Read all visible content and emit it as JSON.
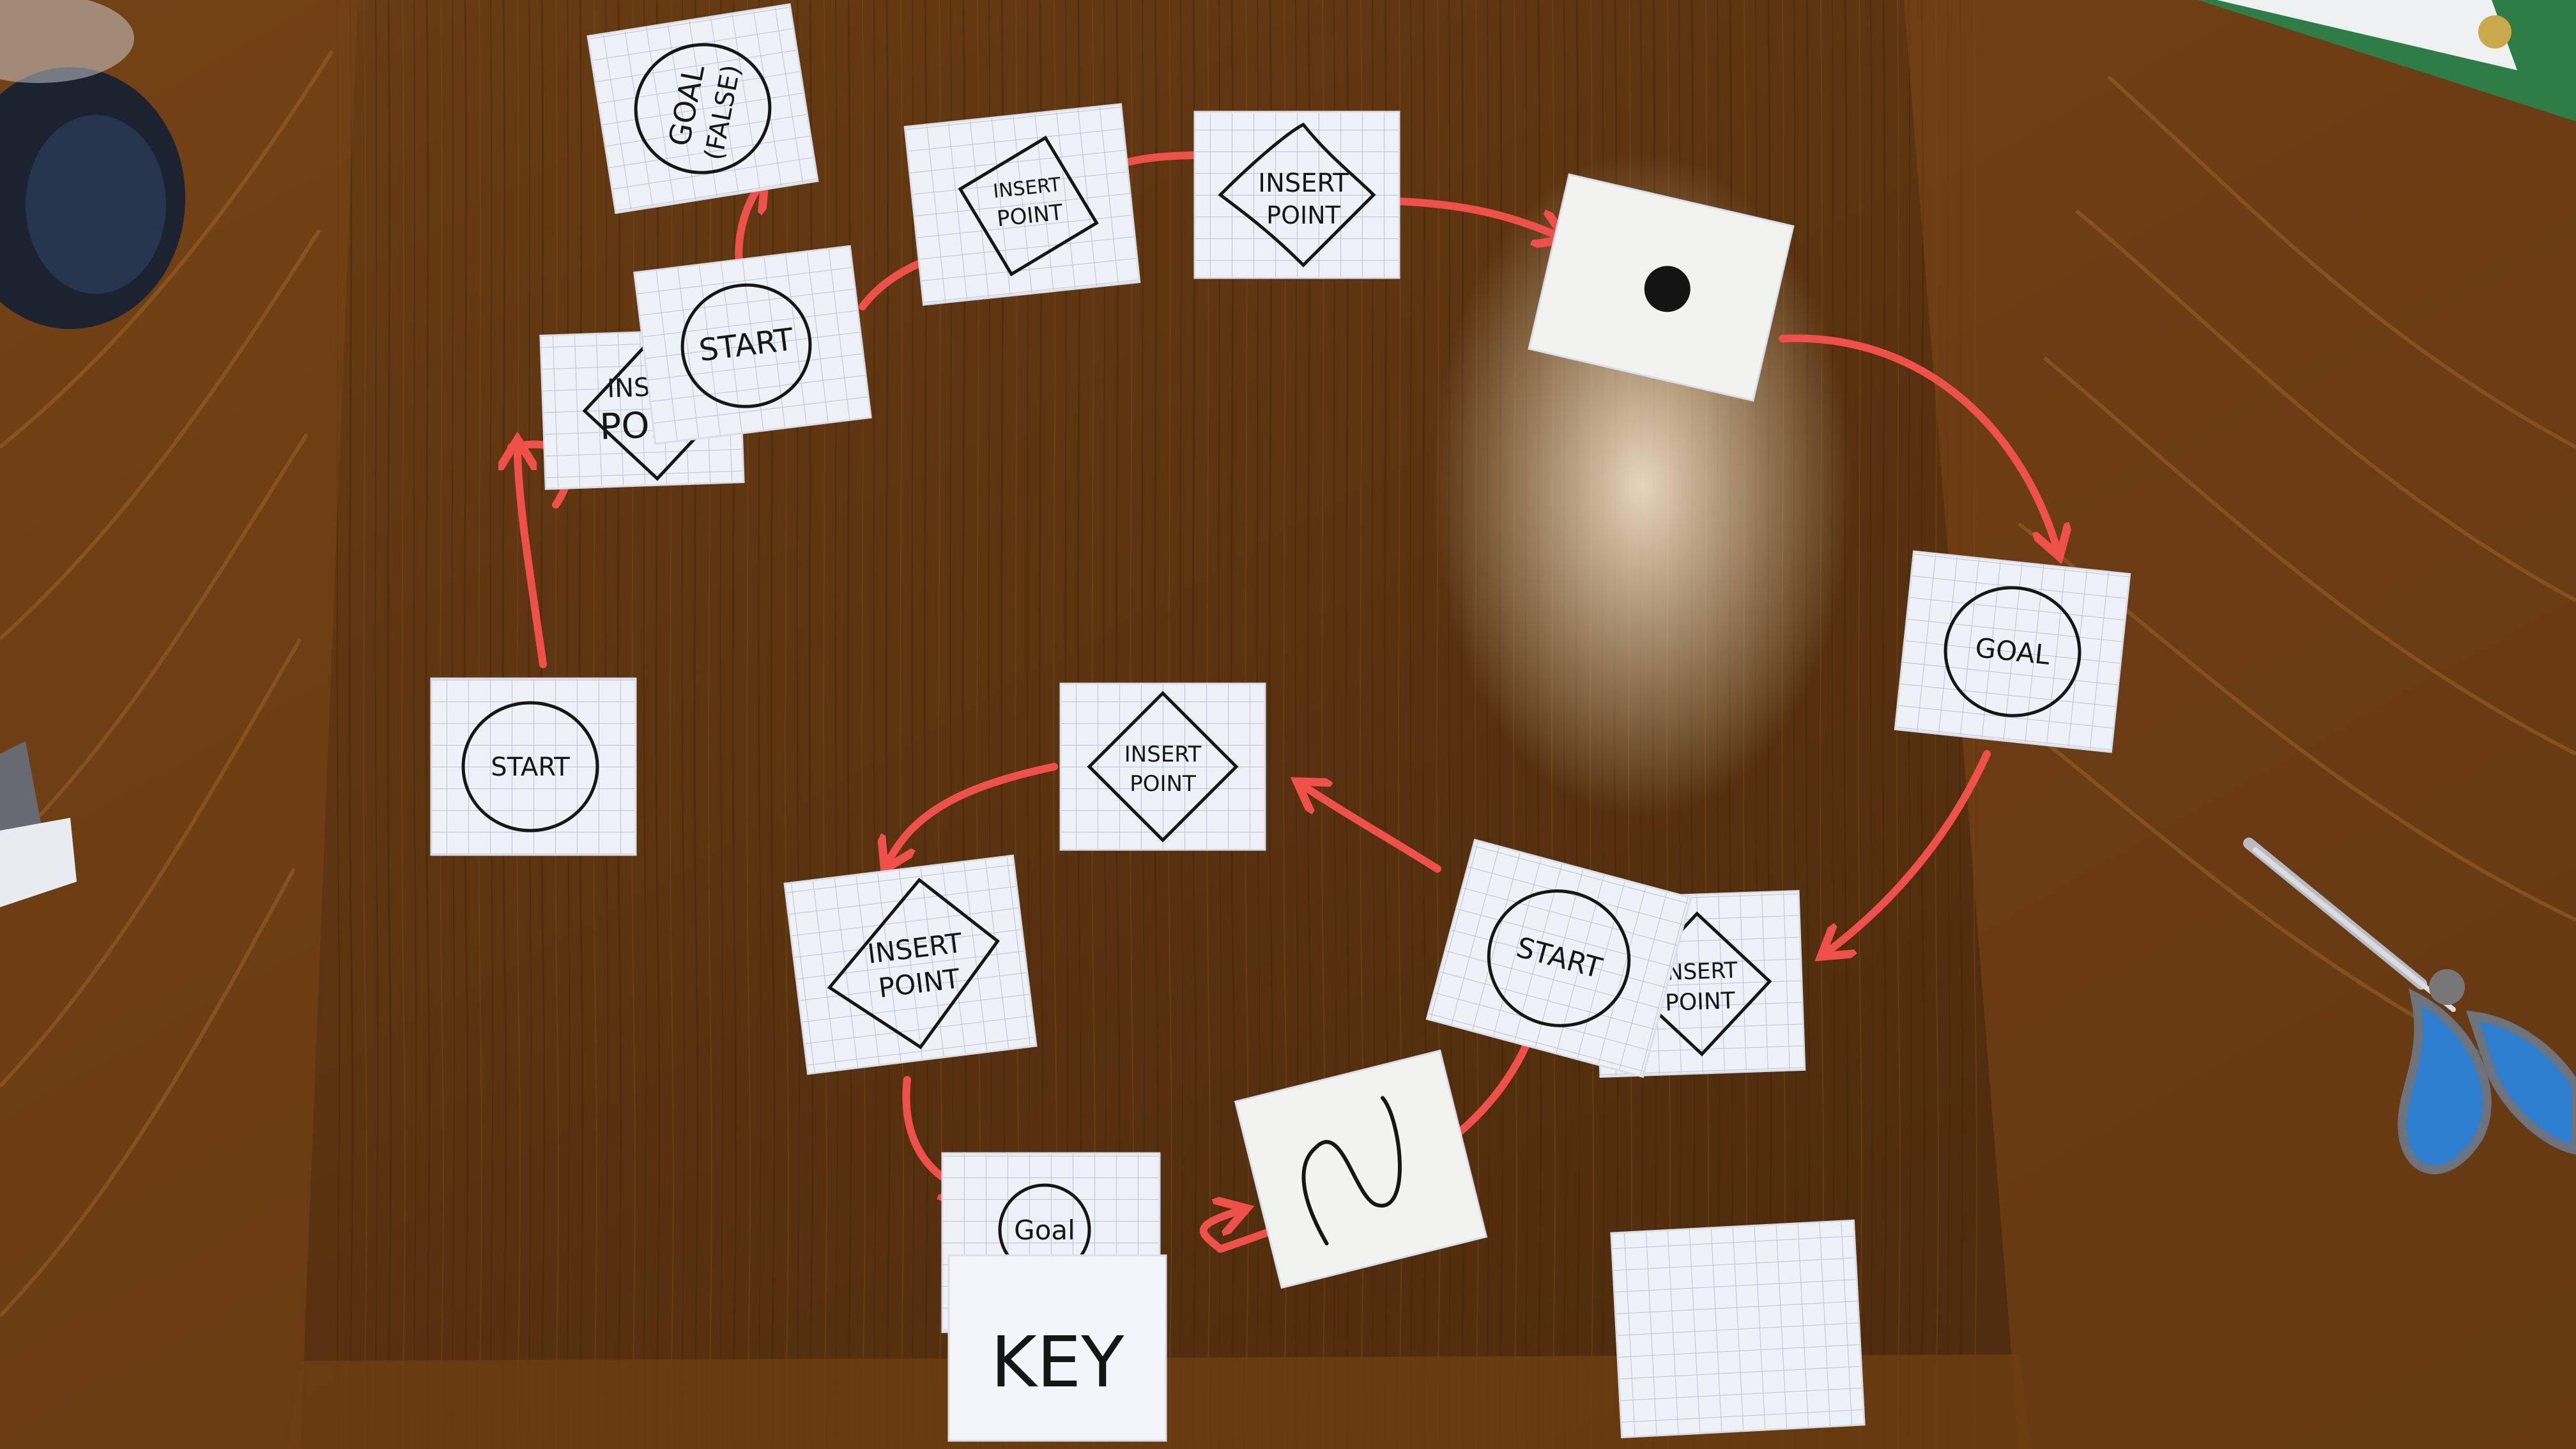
{
  "scene": {
    "surface": "wooden table",
    "accent_color": "#f0504a",
    "card_color": "#eef2f8",
    "grid_color": "#b9c3d4",
    "ink_color": "#161616"
  },
  "cards": {
    "goal_false": {
      "line1": "GOAL",
      "line2": "(FALSE)"
    },
    "insert_top_left": {
      "line1": "INSERT",
      "line2": "POINT"
    },
    "insert_top_mid": {
      "line1": "INSERT",
      "line2": "POINT"
    },
    "start_top": {
      "label": "START"
    },
    "insert_partial_left": {
      "line1": "INS",
      "line2": "POI"
    },
    "start_left": {
      "label": "START"
    },
    "goal_right": {
      "label": "GOAL"
    },
    "insert_center": {
      "line1": "INSERT",
      "line2": "POINT"
    },
    "insert_lower_left": {
      "line1": "INSERT",
      "line2": "POINT"
    },
    "start_lower_right": {
      "label": "START"
    },
    "insert_lower_right": {
      "line1": "INSERT",
      "line2": "POINT"
    },
    "goal_bottom": {
      "label": "Goal"
    },
    "key": {
      "label": "KEY"
    }
  }
}
